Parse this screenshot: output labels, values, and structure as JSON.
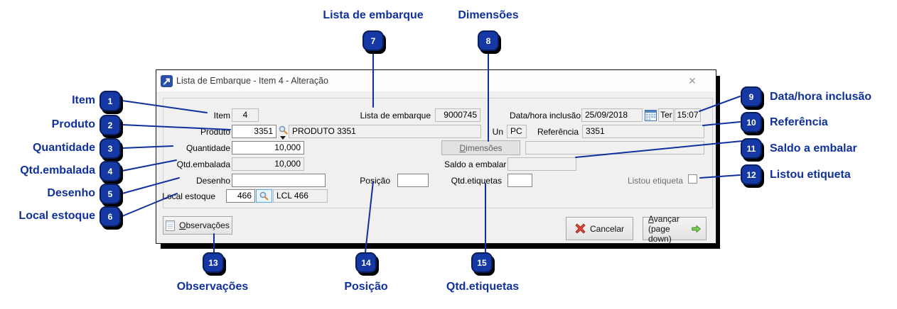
{
  "window": {
    "title": "Lista de Embarque - Item 4 - Alteração"
  },
  "icons": {
    "close": "✕"
  },
  "form": {
    "item": {
      "label": "Item",
      "value": "4"
    },
    "lista_embarque": {
      "label": "Lista de embarque",
      "value": "9000745"
    },
    "data_hora": {
      "label": "Data/hora inclusão",
      "date": "25/09/2018",
      "weekday": "Ter",
      "time": "15:07"
    },
    "produto": {
      "label": "Produto",
      "code": "3351",
      "descr": "PRODUTO 3351"
    },
    "un": {
      "label": "Un",
      "value": "PC"
    },
    "referencia": {
      "label": "Referência",
      "value": "3351"
    },
    "quantidade": {
      "label": "Quantidade",
      "value": "10,000"
    },
    "dimensoes": {
      "u": "D",
      "rest": "imensões",
      "field": ""
    },
    "qtd_embalada": {
      "label": "Qtd.embalada",
      "value": "10,000"
    },
    "saldo_embalar": {
      "label": "Saldo a embalar",
      "value": ""
    },
    "desenho": {
      "label": "Desenho",
      "value": ""
    },
    "posicao": {
      "label": "Posição",
      "value": ""
    },
    "qtd_etiquetas": {
      "label": "Qtd.etiquetas",
      "value": ""
    },
    "listou_etiqueta": {
      "label": "Listou etiqueta",
      "checked": false
    },
    "local_estoque": {
      "label": "Local estoque",
      "code": "466",
      "descr": "LCL 466"
    }
  },
  "buttons": {
    "observacoes": {
      "u": "O",
      "rest": "bservações"
    },
    "cancelar": {
      "label": "Cancelar"
    },
    "avancar": {
      "u": "A",
      "rest": "vançar",
      "line2": "(page down)"
    }
  },
  "annotations": {
    "color": "#10309c",
    "left": [
      {
        "n": "1",
        "label": "Item"
      },
      {
        "n": "2",
        "label": "Produto"
      },
      {
        "n": "3",
        "label": "Quantidade"
      },
      {
        "n": "4",
        "label": "Qtd.embalada"
      },
      {
        "n": "5",
        "label": "Desenho"
      },
      {
        "n": "6",
        "label": "Local estoque"
      }
    ],
    "top": [
      {
        "n": "7",
        "label": "Lista de embarque"
      },
      {
        "n": "8",
        "label": "Dimensões"
      }
    ],
    "right": [
      {
        "n": "9",
        "label": "Data/hora inclusão"
      },
      {
        "n": "10",
        "label": "Referência"
      },
      {
        "n": "11",
        "label": "Saldo a embalar"
      },
      {
        "n": "12",
        "label": "Listou etiqueta"
      }
    ],
    "bottom": [
      {
        "n": "13",
        "label": "Observações"
      },
      {
        "n": "14",
        "label": "Posição"
      },
      {
        "n": "15",
        "label": "Qtd.etiquetas"
      }
    ]
  }
}
